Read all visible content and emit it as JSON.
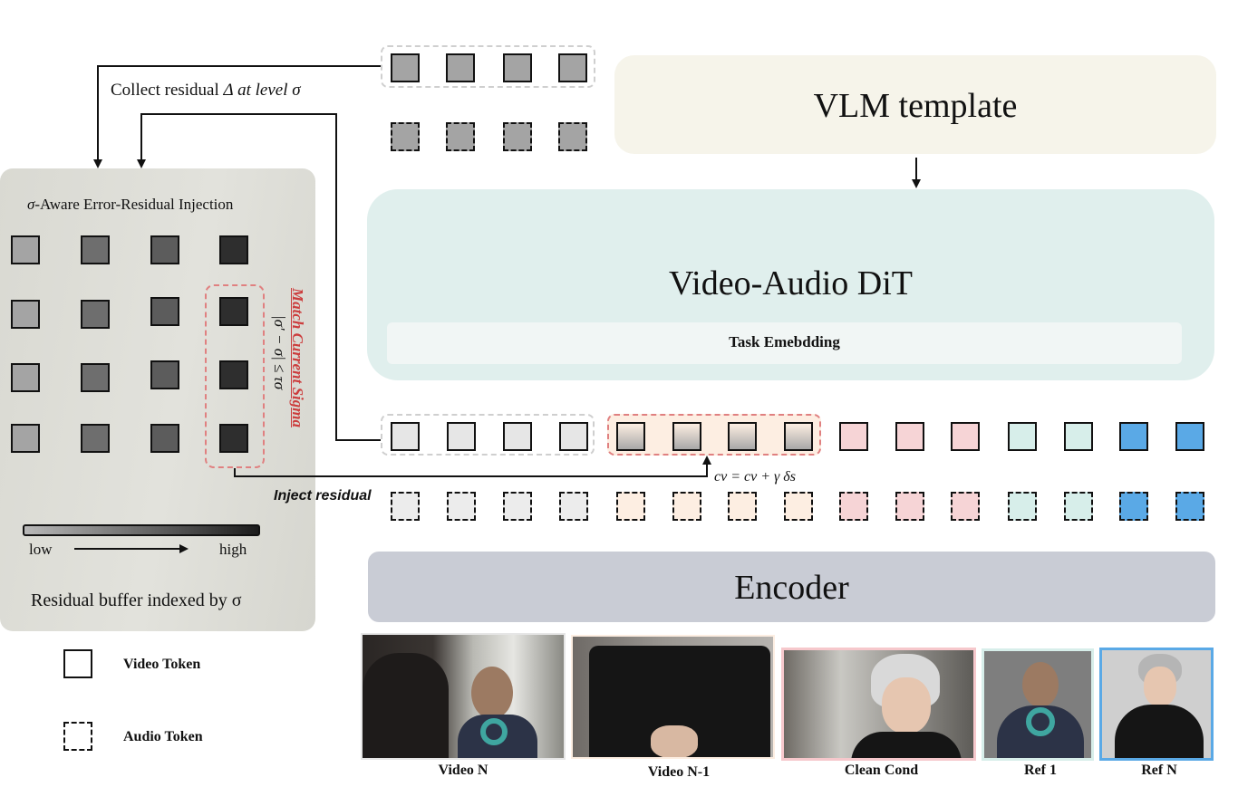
{
  "collect_label": "Collect residual",
  "collect_label_math": "Δ at level σ",
  "panel": {
    "title_symbol": "σ",
    "title": "-Aware Error-Residual Injection",
    "match_label": "Match Current Sigma",
    "condition": "|σ′ − σ| ≤ τσ",
    "gradient_low": "low",
    "gradient_high": "high",
    "buffer_label": "Residual buffer indexed by σ"
  },
  "vlm_label": "VLM template",
  "dit_label": "Video-Audio DiT",
  "task_label": "Task Emebdding",
  "encoder_label": "Encoder",
  "inject_label": "Inject residual",
  "formula": "cv = cv + γ δs",
  "legend": {
    "video": "Video Token",
    "audio": "Audio Token"
  },
  "captions": [
    "Video N",
    "Video N-1",
    "Clean Cond",
    "Ref 1",
    "Ref N"
  ],
  "colors": {
    "panel_bg": "#dcdcd4",
    "vlm_bg": "#f6f4ea",
    "dit_bg": "#e0efed",
    "encoder_bg": "#c9ccd5",
    "dashed_red": "#e08080",
    "video_light": "#e6e6e6",
    "peach": "#fdeee2",
    "pink": "#f6d4d6",
    "mint": "#d7eeea",
    "blue": "#5aa9e6",
    "match_red": "#cc3d3d"
  }
}
